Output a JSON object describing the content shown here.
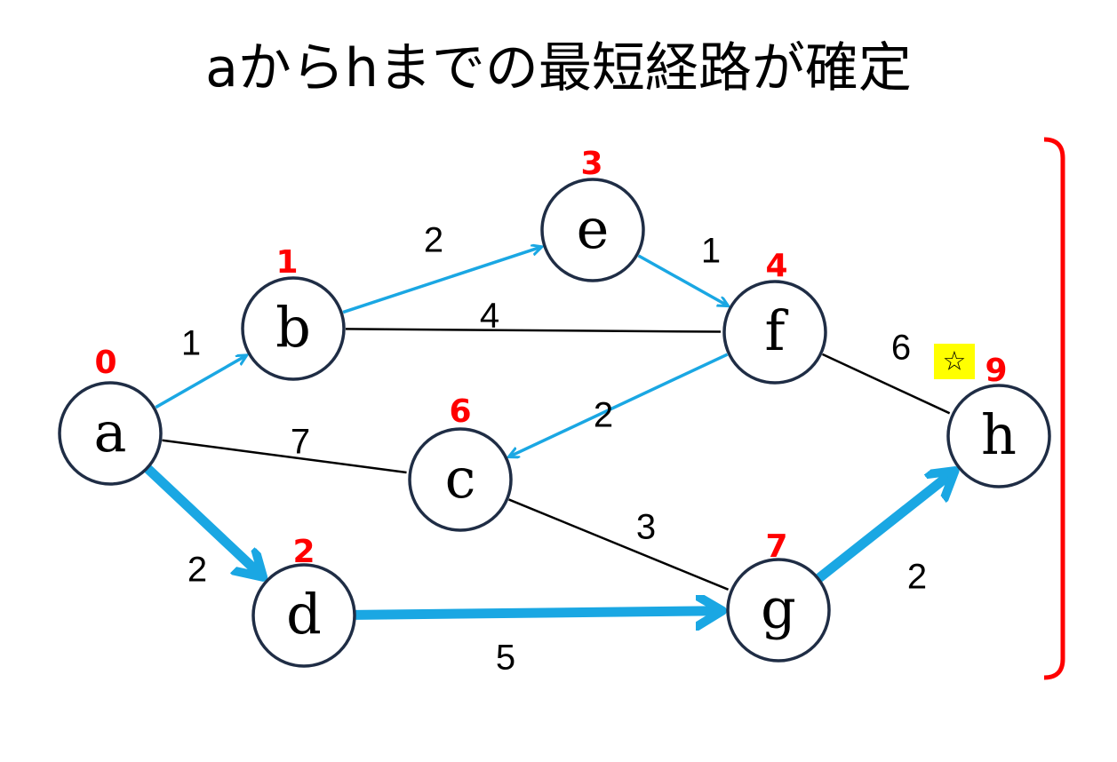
{
  "title": "aからhまでの最短経路が確定",
  "colors": {
    "node_stroke": "#1f2d45",
    "path_blue": "#1aa7e3",
    "distance_red": "#ff0000",
    "plain_edge": "#000000",
    "star_highlight": "#ffff00",
    "bracket": "#ff0000"
  },
  "nodes": [
    {
      "id": "a",
      "label": "a",
      "distance": "0"
    },
    {
      "id": "b",
      "label": "b",
      "distance": "1"
    },
    {
      "id": "c",
      "label": "c",
      "distance": "6"
    },
    {
      "id": "d",
      "label": "d",
      "distance": "2"
    },
    {
      "id": "e",
      "label": "e",
      "distance": "3"
    },
    {
      "id": "f",
      "label": "f",
      "distance": "4"
    },
    {
      "id": "g",
      "label": "g",
      "distance": "7"
    },
    {
      "id": "h",
      "label": "h",
      "distance": "9"
    }
  ],
  "edges": [
    {
      "from": "a",
      "to": "b",
      "weight": "1",
      "style": "blue-arrow"
    },
    {
      "from": "a",
      "to": "c",
      "weight": "7",
      "style": "plain"
    },
    {
      "from": "a",
      "to": "d",
      "weight": "2",
      "style": "final-path"
    },
    {
      "from": "b",
      "to": "e",
      "weight": "2",
      "style": "blue-arrow"
    },
    {
      "from": "b",
      "to": "f",
      "weight": "4",
      "style": "plain"
    },
    {
      "from": "e",
      "to": "f",
      "weight": "1",
      "style": "blue-arrow"
    },
    {
      "from": "f",
      "to": "c",
      "weight": "2",
      "style": "blue-arrow"
    },
    {
      "from": "f",
      "to": "h",
      "weight": "6",
      "style": "plain"
    },
    {
      "from": "c",
      "to": "g",
      "weight": "3",
      "style": "plain"
    },
    {
      "from": "d",
      "to": "g",
      "weight": "5",
      "style": "final-path"
    },
    {
      "from": "g",
      "to": "h",
      "weight": "2",
      "style": "final-path"
    }
  ],
  "confirmed_marker": {
    "node": "h",
    "symbol": "☆"
  }
}
